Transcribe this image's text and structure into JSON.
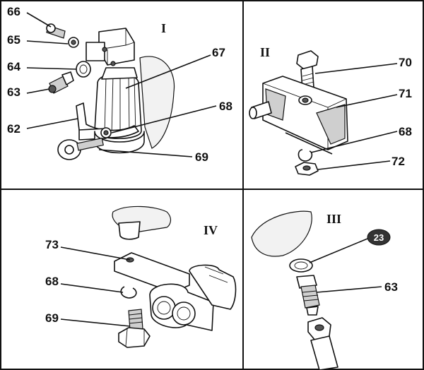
{
  "panels": [
    {
      "roman": "I",
      "labels": [
        "66",
        "65",
        "64",
        "63",
        "62",
        "67",
        "68",
        "69"
      ]
    },
    {
      "roman": "II",
      "labels": [
        "70",
        "71",
        "68",
        "72"
      ]
    },
    {
      "roman": "IV",
      "labels": [
        "73",
        "68",
        "69"
      ]
    },
    {
      "roman": "III",
      "labels": [
        "23",
        "63"
      ]
    }
  ]
}
